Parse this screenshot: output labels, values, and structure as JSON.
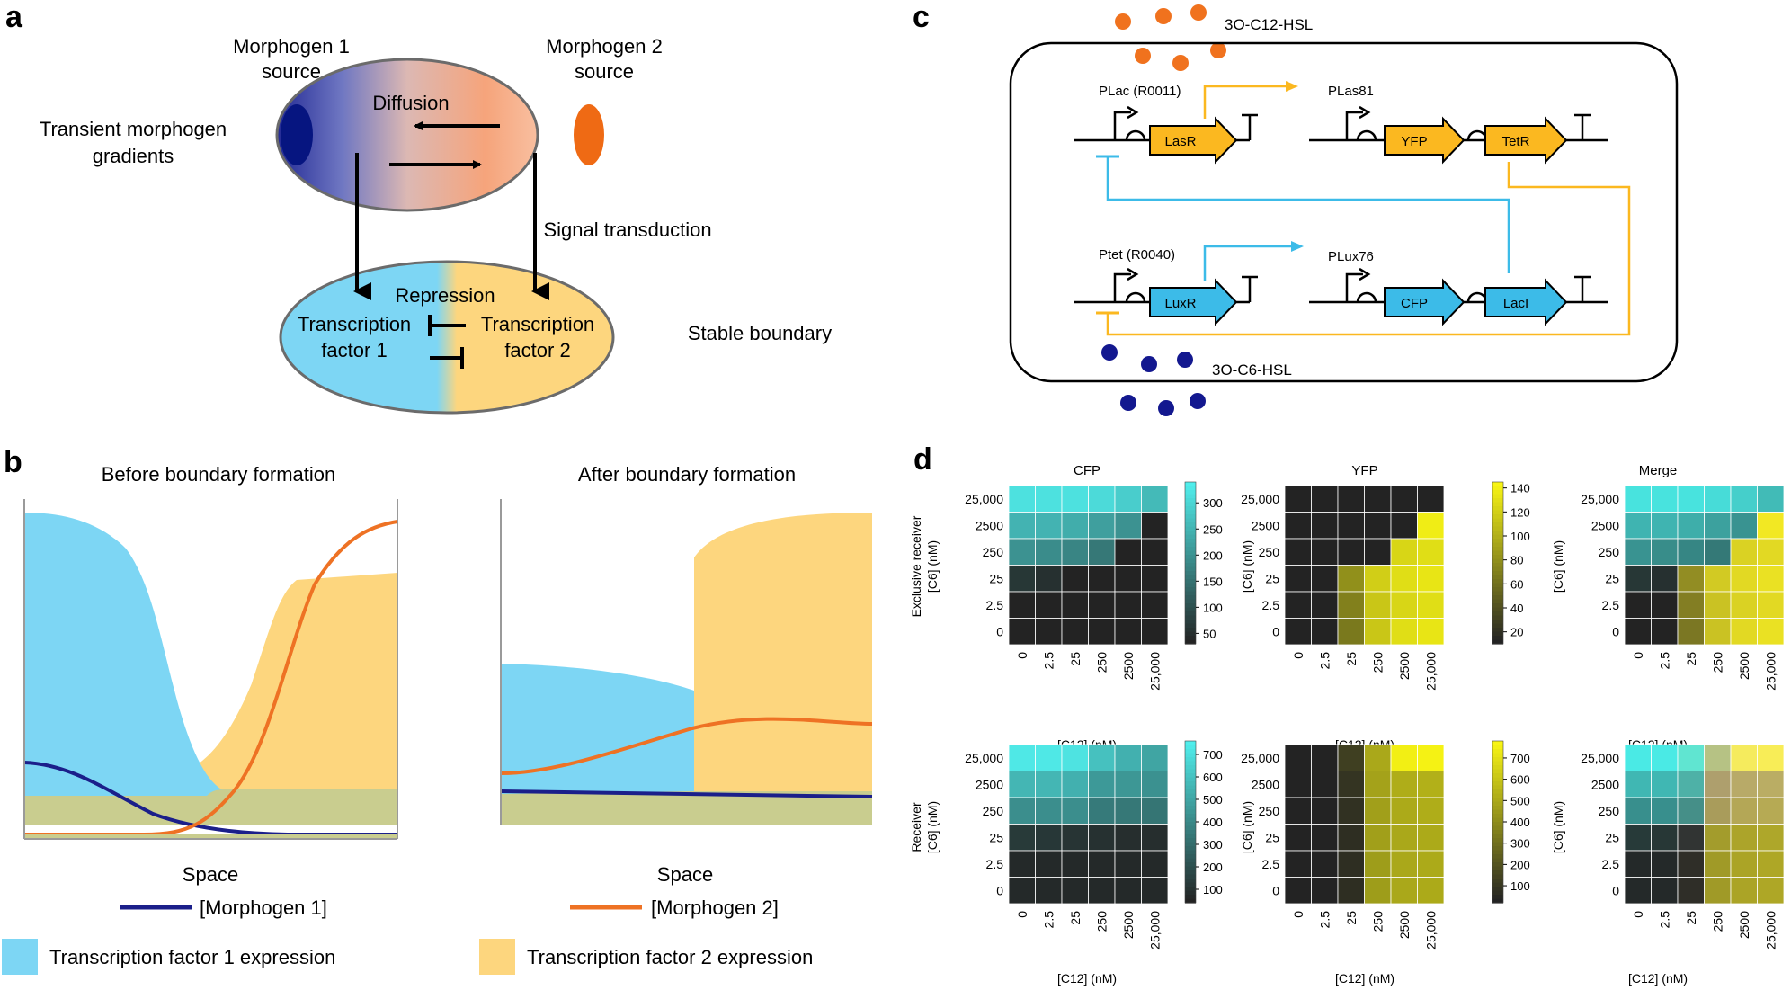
{
  "panel_a": {
    "label": "a",
    "morphogen1_source": [
      "Morphogen 1",
      "source"
    ],
    "morphogen2_source": [
      "Morphogen 2",
      "source"
    ],
    "diffusion": "Diffusion",
    "transient": [
      "Transient morphogen",
      "gradients"
    ],
    "signal_transduction": "Signal transduction",
    "repression": "Repression",
    "tf1": [
      "Transcription",
      "factor 1"
    ],
    "tf2": [
      "Transcription",
      "factor 2"
    ],
    "stable_boundary": "Stable boundary"
  },
  "panel_b": {
    "label": "b",
    "before_title": "Before boundary formation",
    "after_title": "After boundary formation",
    "space1": "Space",
    "space2": "Space",
    "morphogen1_legend": "[Morphogen 1]",
    "morphogen2_legend": "[Morphogen 2]",
    "tf1_legend": "Transcription factor 1 expression",
    "tf2_legend": "Transcription factor 2 expression",
    "colors": {
      "tf1": "#7dd6f4",
      "tf2": "#fdd67e",
      "morphogen1": "#1b1f8a",
      "morphogen2": "#ee7224",
      "overlap": "#c9cd8f"
    }
  },
  "panel_c": {
    "label": "c",
    "c12": "3O-C12-HSL",
    "c6": "3O-C6-HSL",
    "plac": "PLac (R0011)",
    "plas81": "PLas81",
    "ptet": "Ptet (R0040)",
    "plux76": "PLux76",
    "genes_top": [
      "LasR",
      "YFP",
      "TetR"
    ],
    "genes_bottom": [
      "LuxR",
      "CFP",
      "LacI"
    ],
    "colors": {
      "yellow_gene": "#fbb820",
      "blue_gene": "#3cbbe8",
      "orange_dot": "#f0721e",
      "blue_dot": "#13188f"
    }
  },
  "panel_d": {
    "label": "d",
    "col_titles": [
      "CFP",
      "YFP",
      "Merge"
    ],
    "row_labels": [
      [
        "Exclusive receiver",
        "[C6] (nM)"
      ],
      [
        "Receiver",
        "[C6] (nM)"
      ]
    ],
    "y_axis_label": "[C6] (nM)",
    "x_axis_label": "[C12] (nM)",
    "c6_ticks": [
      "25,000",
      "2500",
      "250",
      "25",
      "2.5",
      "0"
    ],
    "c12_ticks": [
      "0",
      "2.5",
      "25",
      "250",
      "2500",
      "25,000"
    ],
    "colorbars": {
      "exclusive_cfp": [
        "300",
        "250",
        "200",
        "150",
        "100",
        "50"
      ],
      "exclusive_yfp": [
        "140",
        "120",
        "100",
        "80",
        "60",
        "40",
        "20"
      ],
      "receiver_cfp": [
        "700",
        "600",
        "500",
        "400",
        "300",
        "200",
        "100"
      ],
      "receiver_yfp": [
        "700",
        "600",
        "500",
        "400",
        "300",
        "200",
        "100"
      ]
    }
  },
  "chart_data": [
    {
      "type": "heatmap",
      "title": "CFP",
      "xlabel": "[C12] (nM)",
      "ylabel": "[C6] (nM)",
      "x": [
        "0",
        "2.5",
        "25",
        "250",
        "2500",
        "25,000"
      ],
      "y": [
        "25,000",
        "2500",
        "250",
        "25",
        "2.5",
        "0"
      ],
      "values": [
        [
          320,
          320,
          320,
          310,
          290,
          260
        ],
        [
          250,
          250,
          240,
          220,
          200,
          30
        ],
        [
          200,
          190,
          180,
          160,
          30,
          30
        ],
        [
          60,
          50,
          30,
          30,
          30,
          30
        ],
        [
          30,
          30,
          30,
          30,
          30,
          30
        ],
        [
          30,
          30,
          30,
          30,
          30,
          30
        ]
      ],
      "range": [
        30,
        340
      ]
    },
    {
      "type": "heatmap",
      "title": "YFP",
      "xlabel": "[C12] (nM)",
      "ylabel": "[C6] (nM)",
      "x": [
        "0",
        "2.5",
        "25",
        "250",
        "2500",
        "25,000"
      ],
      "y": [
        "25,000",
        "2500",
        "250",
        "25",
        "2.5",
        "0"
      ],
      "values": [
        [
          10,
          10,
          10,
          10,
          10,
          10
        ],
        [
          10,
          10,
          10,
          10,
          10,
          140
        ],
        [
          10,
          10,
          10,
          10,
          125,
          130
        ],
        [
          10,
          10,
          80,
          120,
          130,
          135
        ],
        [
          10,
          10,
          70,
          115,
          125,
          130
        ],
        [
          10,
          10,
          65,
          115,
          130,
          135
        ]
      ],
      "range": [
        10,
        145
      ]
    },
    {
      "type": "heatmap",
      "title": "CFP",
      "xlabel": "[C12] (nM)",
      "ylabel": "[C6] (nM)",
      "x": [
        "0",
        "2.5",
        "25",
        "250",
        "2500",
        "25,000"
      ],
      "y": [
        "25,000",
        "2500",
        "250",
        "25",
        "2.5",
        "0"
      ],
      "values": [
        [
          740,
          740,
          720,
          600,
          540,
          500
        ],
        [
          560,
          560,
          540,
          460,
          450,
          430
        ],
        [
          420,
          420,
          420,
          350,
          340,
          330
        ],
        [
          120,
          110,
          100,
          90,
          80,
          80
        ],
        [
          60,
          60,
          60,
          60,
          60,
          60
        ],
        [
          60,
          60,
          60,
          60,
          60,
          60
        ]
      ],
      "range": [
        40,
        760
      ]
    },
    {
      "type": "heatmap",
      "title": "YFP",
      "xlabel": "[C12] (nM)",
      "ylabel": "[C6] (nM)",
      "x": [
        "0",
        "2.5",
        "25",
        "250",
        "2500",
        "25,000"
      ],
      "y": [
        "25,000",
        "2500",
        "250",
        "25",
        "2.5",
        "0"
      ],
      "values": [
        [
          20,
          20,
          120,
          500,
          760,
          770
        ],
        [
          20,
          20,
          80,
          480,
          520,
          530
        ],
        [
          20,
          20,
          70,
          470,
          510,
          520
        ],
        [
          20,
          20,
          60,
          470,
          500,
          510
        ],
        [
          20,
          20,
          60,
          460,
          500,
          510
        ],
        [
          20,
          20,
          60,
          460,
          500,
          510
        ]
      ],
      "range": [
        20,
        780
      ]
    }
  ]
}
